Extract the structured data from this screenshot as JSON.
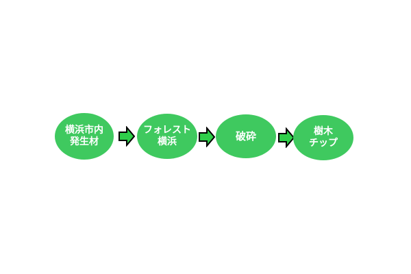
{
  "colors": {
    "node_fill": "#3fc95f",
    "arrow_fill": "#2fcf4a",
    "arrow_stroke": "#000000",
    "text": "#ffffff"
  },
  "flow": [
    {
      "lines": [
        "横浜市内",
        "発生材"
      ]
    },
    {
      "lines": [
        "フォレスト",
        "横浜"
      ]
    },
    {
      "lines": [
        "破砕"
      ]
    },
    {
      "lines": [
        "樹木",
        "チップ"
      ]
    }
  ],
  "arrows": [
    "arrow-right-icon",
    "arrow-right-icon",
    "arrow-right-icon"
  ]
}
